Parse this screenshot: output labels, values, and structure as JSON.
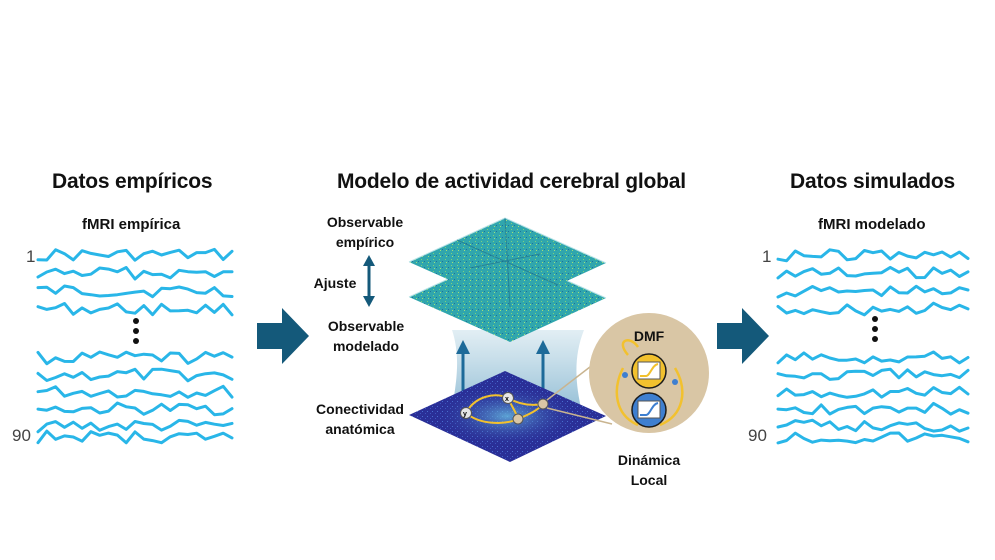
{
  "left": {
    "title": "Datos empíricos",
    "subtitle": "fMRI empírica",
    "index_top": "1",
    "index_bottom": "90"
  },
  "center": {
    "title": "Modelo de actividad cerebral global",
    "observable_empirico": [
      "Observable",
      "empírico"
    ],
    "ajuste": "Ajuste",
    "observable_modelado": [
      "Observable",
      "modelado"
    ],
    "conectividad": [
      "Conectividad",
      "anatómica"
    ],
    "dmf": "DMF",
    "dinamica": [
      "Dinámica",
      "Local"
    ],
    "node_labels": [
      "y",
      "x"
    ]
  },
  "right": {
    "title": "Datos simulados",
    "subtitle": "fMRI modelado",
    "index_top": "1",
    "index_bottom": "90"
  },
  "colors": {
    "signal": "#29b6e8",
    "arrow": "#14597a",
    "matrix": "#2fa8b0",
    "connectivity": "#2c2f9a",
    "dmf_circle": "#d9c6a5",
    "node_yellow": "#f2c12e"
  }
}
